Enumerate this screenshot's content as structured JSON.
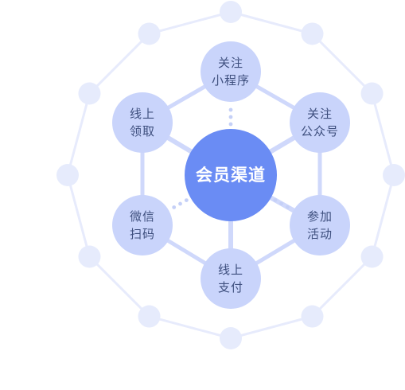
{
  "center": {
    "label": "会员渠道"
  },
  "channels": [
    {
      "id": "mini-program",
      "lines": [
        "关注",
        "小程序"
      ]
    },
    {
      "id": "official-account",
      "lines": [
        "关注",
        "公众号"
      ]
    },
    {
      "id": "join-activity",
      "lines": [
        "参加",
        "活动"
      ]
    },
    {
      "id": "online-payment",
      "lines": [
        "线上",
        "支付"
      ]
    },
    {
      "id": "wechat-scan",
      "lines": [
        "微信",
        "扫码"
      ]
    },
    {
      "id": "online-claim",
      "lines": [
        "线上",
        "领取"
      ]
    }
  ],
  "colors": {
    "center_fill": "#6a8cf4",
    "node_fill": "#c9d4fb",
    "link": "#cfd8fb",
    "outer_ring": "#e7ebfc",
    "outer_node": "#e6ebfc",
    "text": "#3e4f7e",
    "dots": "#c5d0f7"
  }
}
